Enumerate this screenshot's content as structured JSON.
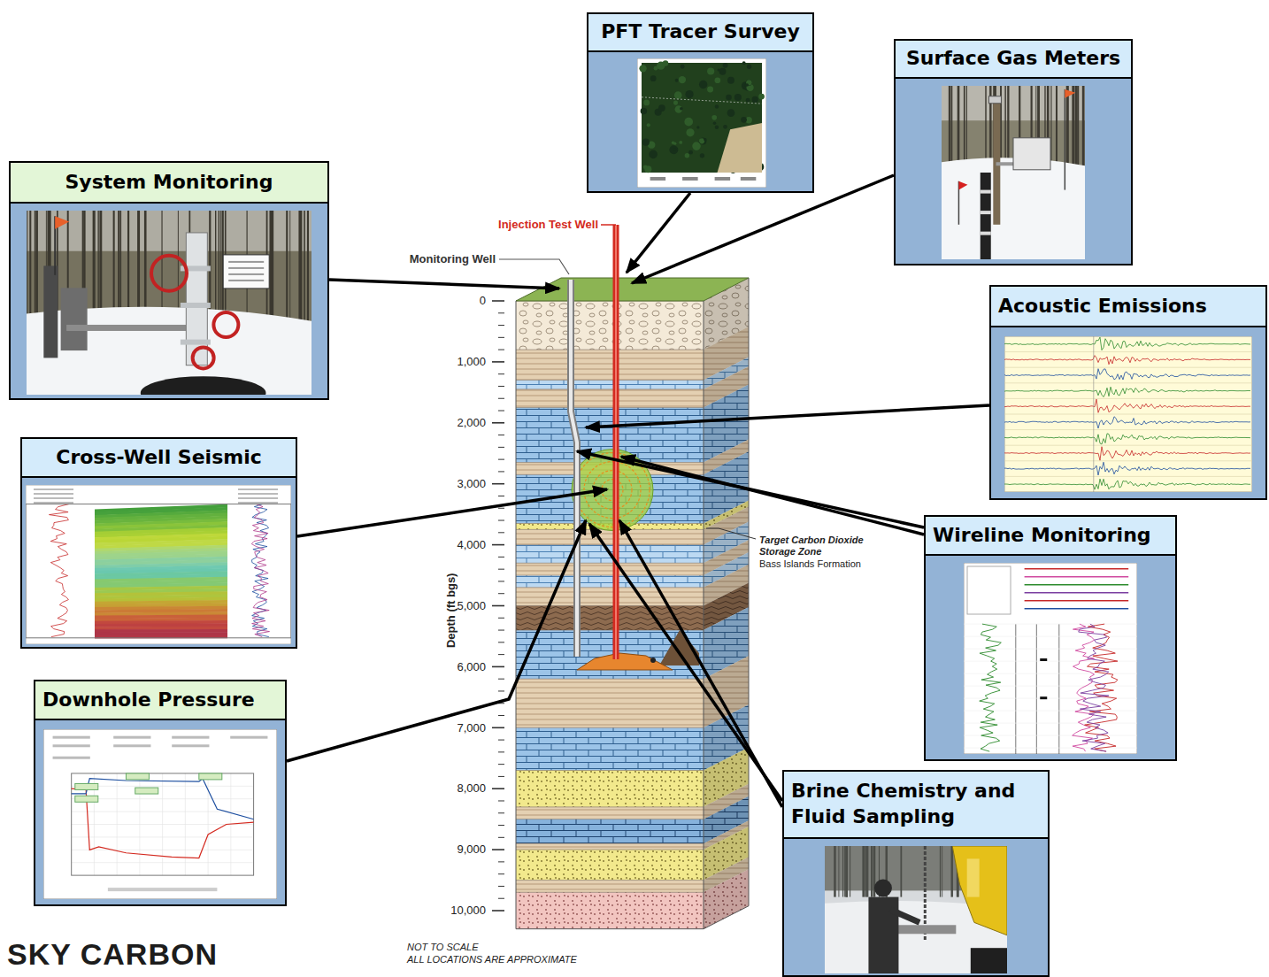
{
  "diagram": {
    "nodes": [
      {
        "text": [
          "PFT Tracer Survey"
        ]
      },
      {
        "text": [
          "Surface Gas Meters"
        ]
      },
      {
        "text": [
          "System Monitoring"
        ]
      },
      {
        "text": [
          "Acoustic Emissions"
        ]
      },
      {
        "text": [
          "Cross-Well Seismic"
        ]
      },
      {
        "text": [
          "Wireline Monitoring"
        ]
      },
      {
        "text": [
          "Downhole Pressure"
        ]
      },
      {
        "text": [
          "Brine Chemistry and Fluid Sampling"
        ]
      }
    ],
    "labels": [
      "Injection Test Well",
      "Monitoring Well",
      "0",
      "1,000",
      "2,000",
      "3,000",
      "4,000",
      "5,000",
      "6,000",
      "7,000",
      "8,000",
      "9,000",
      "10,000",
      "Depth (ft bgs)",
      "Target Carbon Dioxide Storage Zone",
      "Bass Islands Formation",
      "NOT TO SCALE",
      "ALL LOCATIONS ARE APPROXIMATE",
      "SKY CARBON"
    ]
  }
}
